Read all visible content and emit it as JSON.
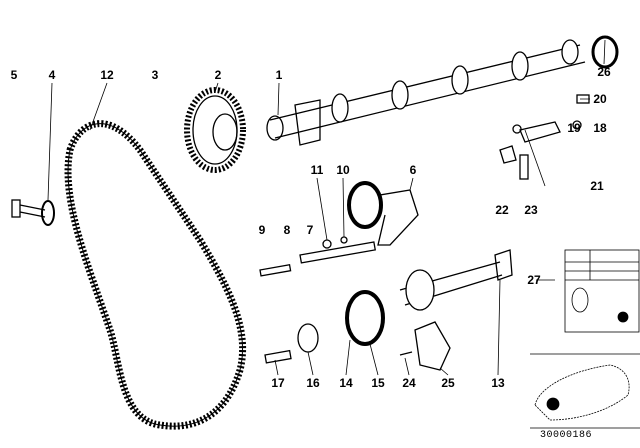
{
  "diagram": {
    "title": "Timing belt / camshaft parts diagram",
    "callouts": [
      {
        "id": "1",
        "label": "1"
      },
      {
        "id": "2",
        "label": "2"
      },
      {
        "id": "3",
        "label": "3"
      },
      {
        "id": "4",
        "label": "4"
      },
      {
        "id": "5",
        "label": "5"
      },
      {
        "id": "6",
        "label": "6"
      },
      {
        "id": "7",
        "label": "7"
      },
      {
        "id": "8",
        "label": "8"
      },
      {
        "id": "9",
        "label": "9"
      },
      {
        "id": "10",
        "label": "10"
      },
      {
        "id": "11",
        "label": "11"
      },
      {
        "id": "12",
        "label": "12"
      },
      {
        "id": "13",
        "label": "13"
      },
      {
        "id": "14",
        "label": "14"
      },
      {
        "id": "15",
        "label": "15"
      },
      {
        "id": "16",
        "label": "16"
      },
      {
        "id": "17",
        "label": "17"
      },
      {
        "id": "18",
        "label": "18"
      },
      {
        "id": "19",
        "label": "19"
      },
      {
        "id": "20",
        "label": "20"
      },
      {
        "id": "21",
        "label": "21"
      },
      {
        "id": "22",
        "label": "22"
      },
      {
        "id": "23",
        "label": "23"
      },
      {
        "id": "24",
        "label": "24"
      },
      {
        "id": "25",
        "label": "25"
      },
      {
        "id": "26",
        "label": "26"
      },
      {
        "id": "27",
        "label": "27"
      }
    ],
    "diagram_code": "30000186"
  }
}
